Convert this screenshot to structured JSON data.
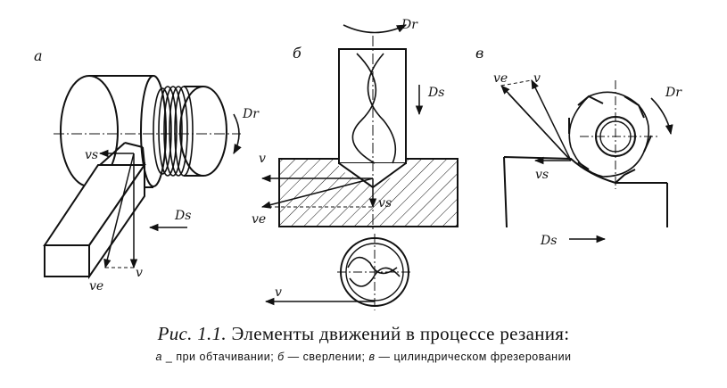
{
  "figure": {
    "panels": {
      "a": {
        "letter": "а",
        "labels": {
          "Dr": "Dr",
          "vs": "vs",
          "Ds": "Ds",
          "ve": "ve",
          "v": "v"
        }
      },
      "b": {
        "letter": "б",
        "labels": {
          "Dr": "Dr",
          "Ds": "Ds",
          "v": "v",
          "ve": "ve",
          "vs": "vs",
          "v_bottom": "v"
        }
      },
      "c": {
        "letter": "в",
        "labels": {
          "ve": "ve",
          "v": "v",
          "Dr": "Dr",
          "vs": "vs",
          "Ds": "Ds"
        }
      }
    },
    "caption": {
      "prefix": "Рис. 1.1.",
      "title": "Элементы движений в процессе резания:",
      "items": [
        {
          "letter": "а",
          "sep": "_",
          "text": "при обтачивании;"
        },
        {
          "letter": "б",
          "sep": "—",
          "text": "сверлении;"
        },
        {
          "letter": "в",
          "sep": "—",
          "text": "цилиндрическом фрезеровании"
        }
      ]
    }
  }
}
